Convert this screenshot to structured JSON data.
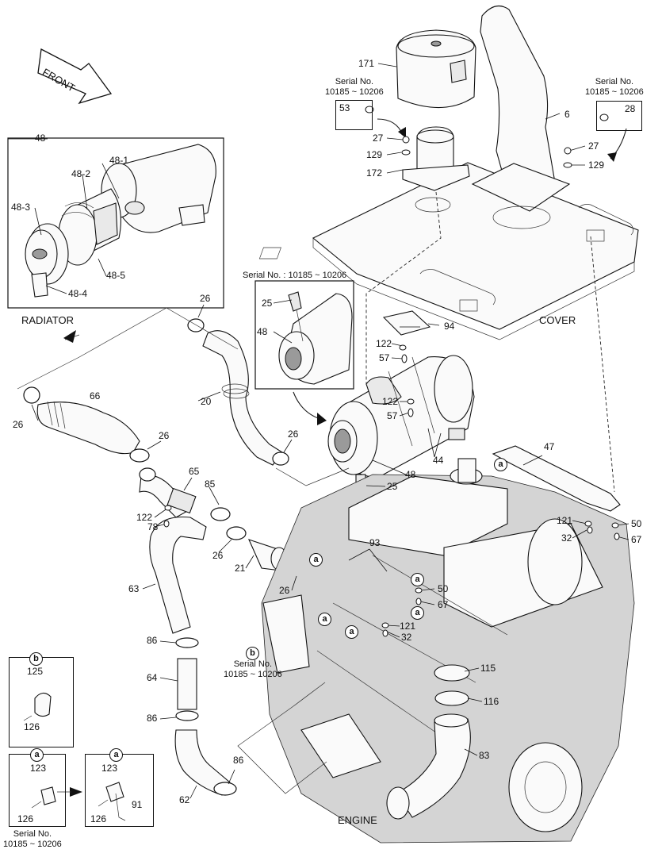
{
  "labels": {
    "front": "FRONT",
    "radiator": "RADIATOR",
    "cover": "COVER",
    "engine": "ENGINE"
  },
  "serial": {
    "left": "Serial No.\n10185 ~ 10206",
    "right": "Serial No.\n10185 ~ 10206",
    "middle": "Serial No. : 10185 ~ 10206",
    "b_ref": "Serial No.\n10185 ~ 10206",
    "bottom": "Serial No.\n10185 ~ 10206"
  },
  "callouts": {
    "a": "a",
    "b": "b"
  },
  "parts": {
    "p171": "171",
    "p6": "6",
    "p53": "53",
    "p28": "28",
    "p27a": "27",
    "p27b": "27",
    "p129a": "129",
    "p129b": "129",
    "p172": "172",
    "p48": "48",
    "p48_1": "48-1",
    "p48_2": "48-2",
    "p48_3": "48-3",
    "p48_4": "48-4",
    "p48_5": "48-5",
    "p26a": "26",
    "p26b": "26",
    "p26c": "26",
    "p26d": "26",
    "p26e": "26",
    "p26f": "26",
    "p20": "20",
    "p66": "66",
    "p65": "65",
    "p85": "85",
    "p21": "21",
    "p122a": "122",
    "p78": "78",
    "p63": "63",
    "p86a": "86",
    "p64": "64",
    "p86b": "86",
    "p86c": "86",
    "p62": "62",
    "p25a": "25",
    "p48b": "48",
    "p94": "94",
    "p122b": "122",
    "p57a": "57",
    "p122c": "122",
    "p57b": "57",
    "p44": "44",
    "p48c": "48",
    "p25b": "25",
    "p47": "47",
    "p93": "93",
    "p50a": "50",
    "p67a": "67",
    "p121a": "121",
    "p32a": "32",
    "p50b": "50",
    "p67b": "67",
    "p121b": "121",
    "p32b": "32",
    "p115": "115",
    "p116": "116",
    "p83": "83",
    "p125": "125",
    "p126a": "126",
    "p123a": "123",
    "p126b": "126",
    "p123b": "123",
    "p126c": "126",
    "p91": "91"
  }
}
